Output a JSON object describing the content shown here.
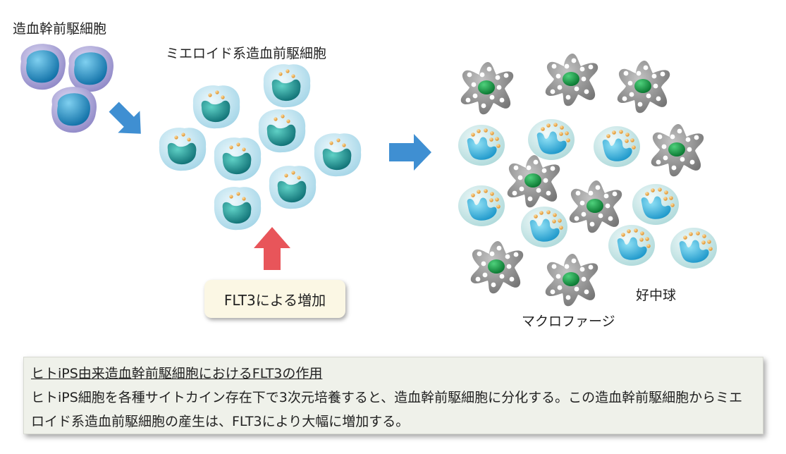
{
  "labels": {
    "hsc": "造血幹前駆細胞",
    "myeloid": "ミエロイド系造血前駆細胞",
    "macrophage": "マクロファージ",
    "neutrophil": "好中球"
  },
  "badge": {
    "text": "FLT3による増加"
  },
  "caption": {
    "title": "ヒトiPS由来造血幹前駆細胞におけるFLT3の作用",
    "body": "ヒトiPS細胞を各種サイトカイン存在下で3次元培養すると、造血幹前駆細胞に分化する。この造血幹前駆細胞からミエロイド系造血前駆細胞の産生は、FLT3により大幅に増加する。"
  },
  "colors": {
    "hsc_outer": "#a9a3d6",
    "hsc_nucleus": "#1e8fc4",
    "myeloid_cell": "#bfe3ef",
    "myeloid_nucleus": "#178a8e",
    "granule_orange": "#e9a53a",
    "macrophage_body": "#8f8f8f",
    "macrophage_nucleus": "#149a45",
    "neutrophil_cell": "#cfeaea",
    "neutrophil_nucleus": "#26a8d6",
    "arrow_blue": "#3f8fd2",
    "arrow_red": "#e8555a"
  }
}
